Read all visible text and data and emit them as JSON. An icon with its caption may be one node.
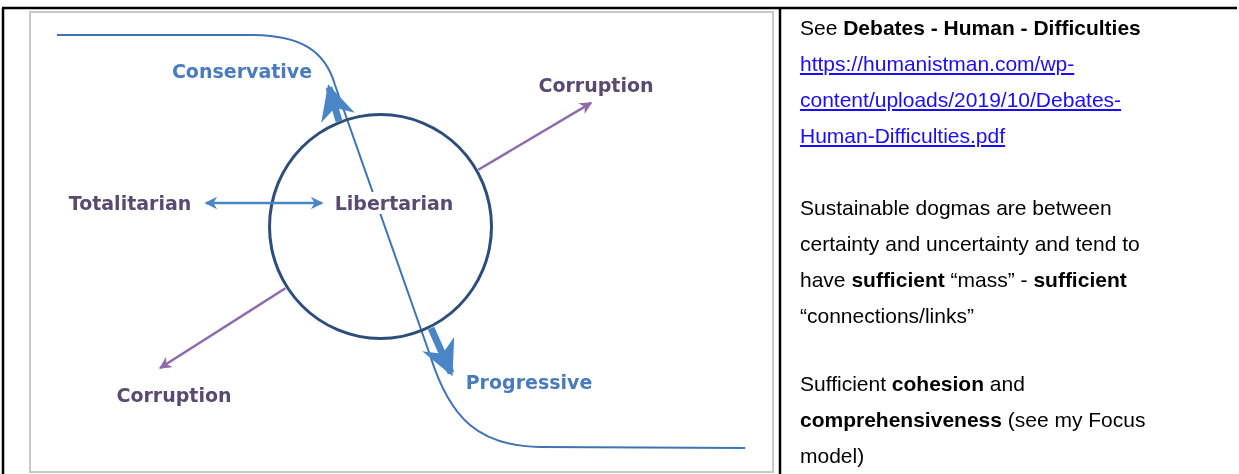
{
  "diagram": {
    "nodes": [
      {
        "text": [],
        "shape": "circle"
      },
      {
        "text": [
          "Libertarian"
        ],
        "in": 0
      },
      {
        "text": [
          "Totalitarian"
        ]
      },
      {
        "text": [
          "Conservative"
        ]
      },
      {
        "text": [
          "Corruption"
        ]
      },
      {
        "text": [
          "Progressive"
        ]
      },
      {
        "text": [
          "Corruption"
        ]
      }
    ],
    "edges": [
      {
        "from": 2,
        "to": 1,
        "arrow": "both"
      },
      {
        "from": 0,
        "to": 3,
        "arrow": "to",
        "style": "thick"
      },
      {
        "from": 0,
        "to": 4,
        "arrow": "to",
        "color": "#8e6cab"
      },
      {
        "from": 0,
        "to": 5,
        "arrow": "to",
        "style": "thick"
      },
      {
        "from": 0,
        "to": 6,
        "arrow": "to",
        "color": "#8e6cab"
      }
    ],
    "labels": [
      "See **Debates - Human - Difficulties**",
      "https://humanistman.com/wp-content/uploads/2019/10/Debates-Human-Difficulties.pdf",
      "Sustainable dogmas are between certainty and uncertainty and tend to have **sufficient** “mass” - **sufficient** “connections/links”",
      "Sufficient **cohesion** and **comprehensiveness** (see my Focus model)"
    ]
  }
}
